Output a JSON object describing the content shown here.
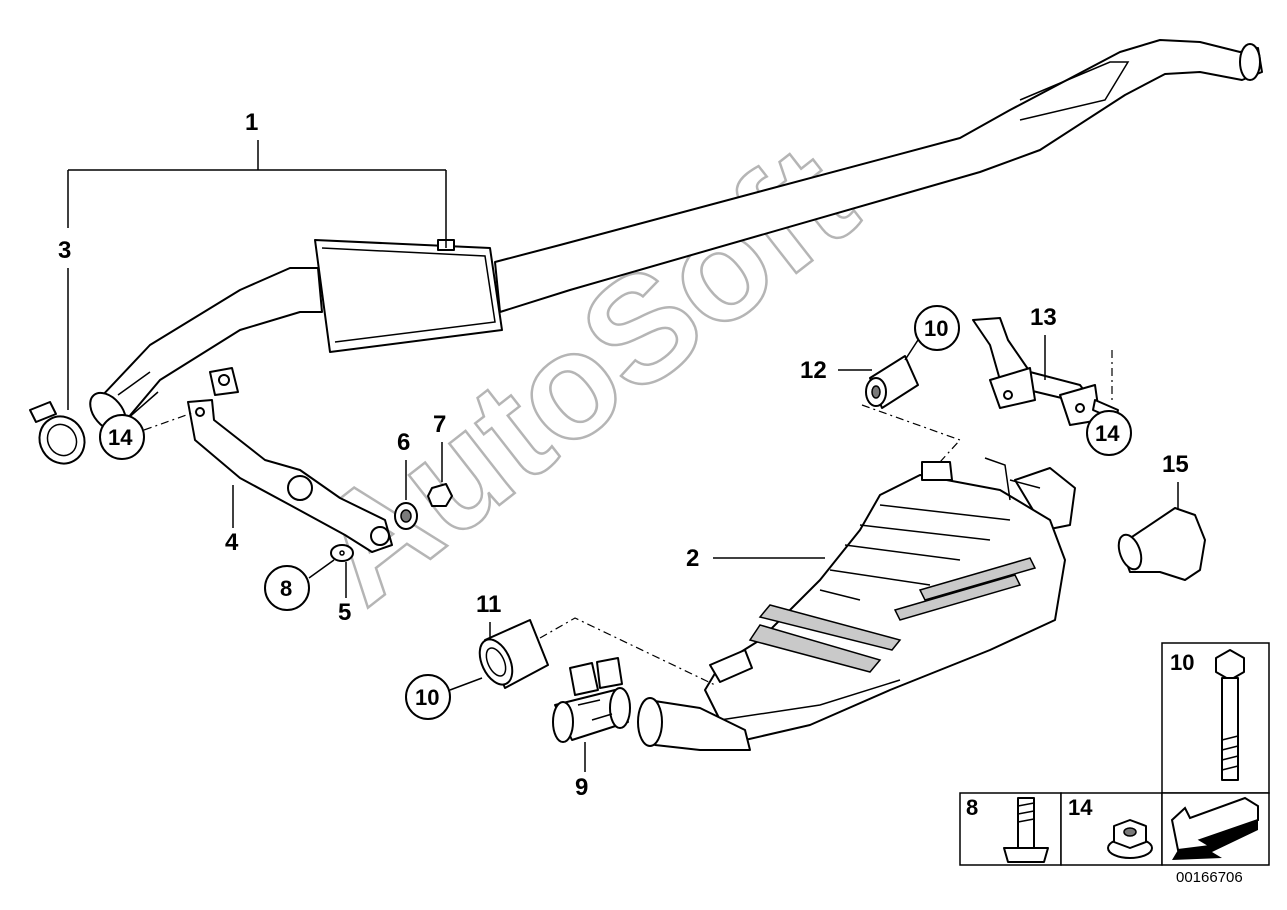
{
  "watermark": "AutoSoft",
  "document_number": "00166706",
  "callouts": {
    "c1": "1",
    "c2": "2",
    "c3": "3",
    "c4": "4",
    "c5": "5",
    "c6": "6",
    "c7": "7",
    "c8": "8",
    "c9": "9",
    "c10a": "10",
    "c10b": "10",
    "c11": "11",
    "c12": "12",
    "c13": "13",
    "c14a": "14",
    "c14b": "14",
    "c15": "15"
  },
  "legend": {
    "bolt_long": "10",
    "bolt_short": "8",
    "nut": "14"
  }
}
